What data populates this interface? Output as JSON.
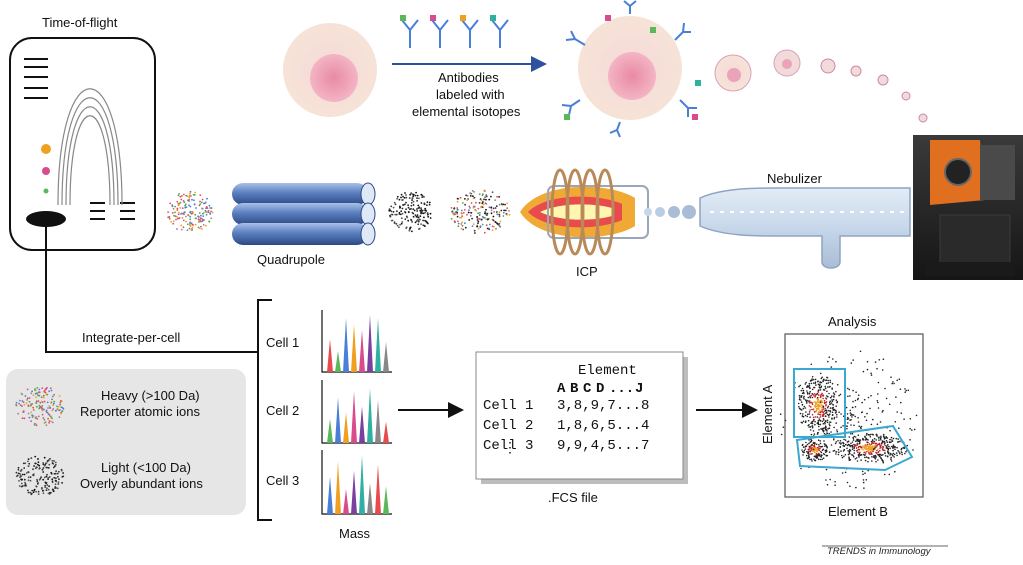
{
  "labels": {
    "tof": "Time-of-flight",
    "antibodies": [
      "Antibodies",
      "labeled with",
      "elemental isotopes"
    ],
    "nebulizer": "Nebulizer",
    "quadrupole": "Quadrupole",
    "icp": "ICP",
    "integrate": "Integrate-per-cell",
    "cells": [
      "Cell 1",
      "Cell 2",
      "Cell 3"
    ],
    "mass": "Mass",
    "fcs_file": ".FCS file",
    "analysis": "Analysis",
    "element_a": "Element A",
    "element_b": "Element B",
    "credit": "TRENDS in Immunology"
  },
  "legend": {
    "heavy": [
      "Heavy (>100 Da)",
      "Reporter atomic ions"
    ],
    "light": [
      "Light (<100 Da)",
      "Overly abundant ions"
    ]
  },
  "fcs_table": {
    "header": "Element",
    "columns": [
      {
        "letter": "A",
        "color": "#5bb85a"
      },
      {
        "letter": "B",
        "color": "#d94b8c"
      },
      {
        "letter": "C",
        "color": "#f0a020"
      },
      {
        "letter": "D",
        "color": "#4aa8d8"
      },
      {
        "letter": "...",
        "color": "#333333"
      },
      {
        "letter": "J",
        "color": "#7b3fa0"
      }
    ],
    "rows": [
      {
        "cell": "Cell 1",
        "values": "3,8,9,7...8"
      },
      {
        "cell": "Cell 2",
        "values": "1,8,6,5...4"
      },
      {
        "cell": "Cell 3",
        "values": "9,9,4,5...7"
      }
    ]
  },
  "colors": {
    "ions": [
      "#e84b4b",
      "#4aa84a",
      "#4a7fd8",
      "#f0a020",
      "#d94b8c",
      "#8a8a8a"
    ],
    "tube_blue": "#5a7fbf",
    "arrow_blue": "#2f4f9f",
    "gate": "#3aa8d0",
    "peaks": [
      "#e84b4b",
      "#5bb85a",
      "#4a7fd8",
      "#f0a020",
      "#d94b8c",
      "#7b3fa0",
      "#30b0a0",
      "#888888"
    ]
  }
}
